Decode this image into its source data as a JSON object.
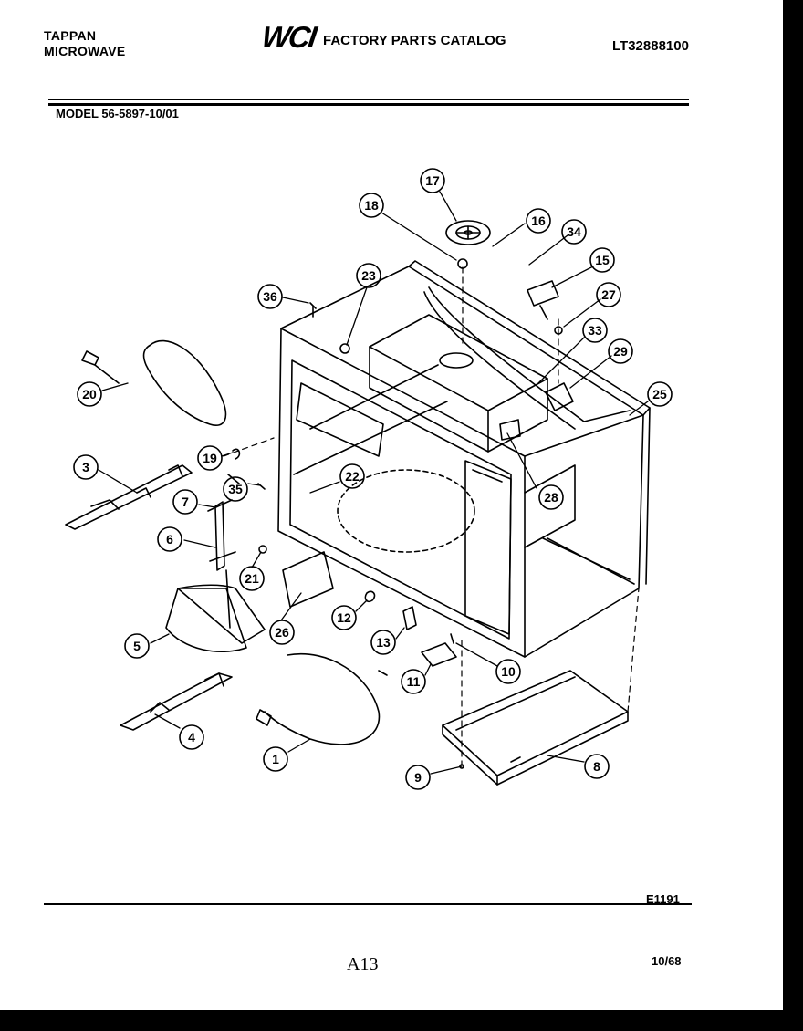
{
  "header": {
    "brand_line1": "TAPPAN",
    "brand_line2": "MICROWAVE",
    "logo_text": "WCI",
    "catalog_title": "FACTORY PARTS CATALOG",
    "catalog_number": "LT32888100"
  },
  "model_label": "MODEL 56-5897-10/01",
  "diagram": {
    "callouts": [
      "17",
      "18",
      "16",
      "34",
      "15",
      "36",
      "23",
      "27",
      "33",
      "29",
      "25",
      "20",
      "19",
      "3",
      "35",
      "22",
      "28",
      "7",
      "6",
      "21",
      "26",
      "5",
      "12",
      "13",
      "11",
      "10",
      "4",
      "1",
      "9",
      "8"
    ]
  },
  "footer": {
    "drawing_code": "E1191",
    "page_number": "A13",
    "date": "10/68"
  }
}
